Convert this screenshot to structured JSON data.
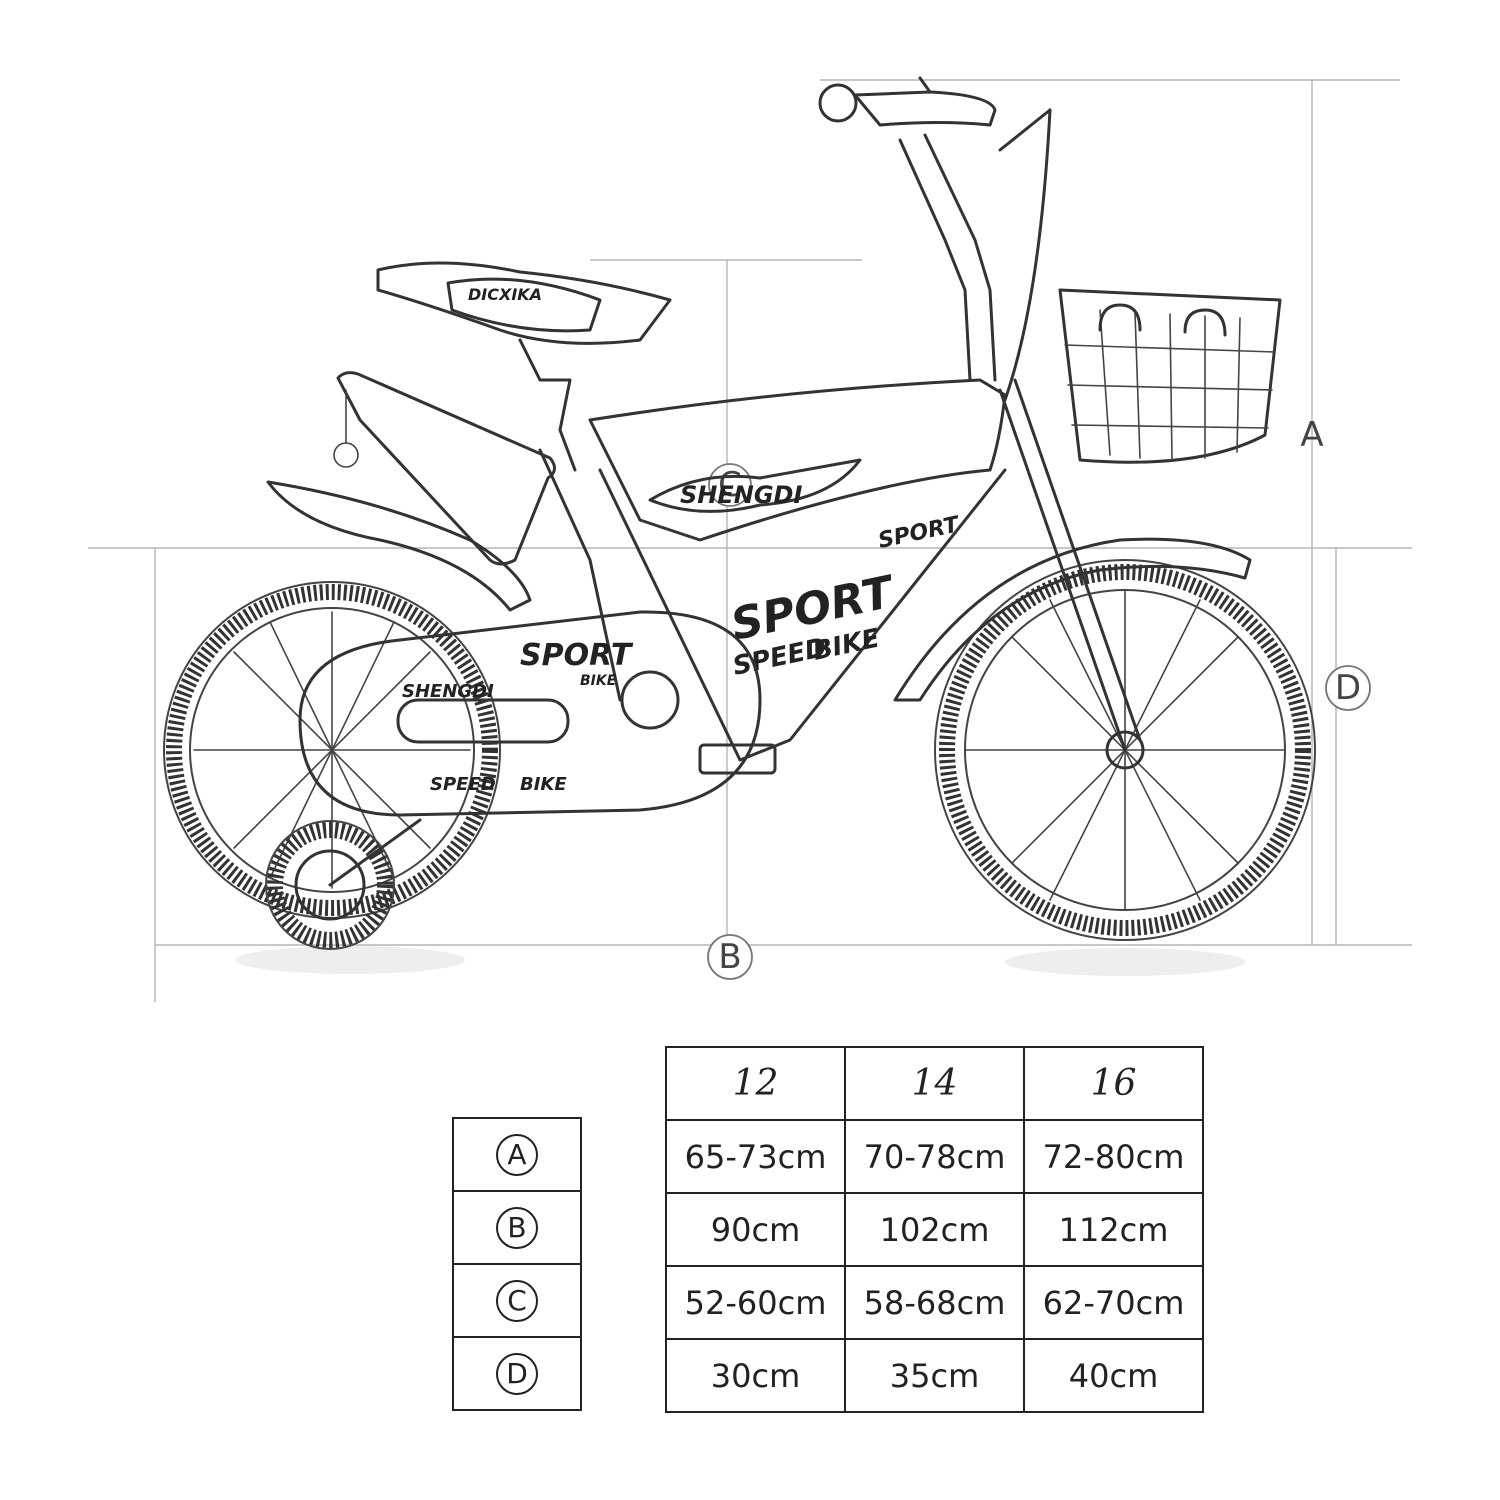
{
  "diagram": {
    "dimension_markers": [
      "A",
      "B",
      "C",
      "D"
    ],
    "decals": {
      "seat": "DICXIKA",
      "frame_brand": "SHENGDI",
      "frame_sport": "SPORT",
      "frame_speed": "SPEED",
      "frame_bike": "BIKE",
      "chain_sport": "SPORT",
      "chain_bike": "BIKE",
      "chain_shengdi": "SHENGDI",
      "chain_speed": "SPEED",
      "chain_bike2": "BIKE"
    }
  },
  "size_table": {
    "headers": [
      "12",
      "14",
      "16"
    ],
    "rows": [
      {
        "label": "A",
        "values": [
          "65-73cm",
          "70-78cm",
          "72-80cm"
        ]
      },
      {
        "label": "B",
        "values": [
          "90cm",
          "102cm",
          "112cm"
        ]
      },
      {
        "label": "C",
        "values": [
          "52-60cm",
          "58-68cm",
          "62-70cm"
        ]
      },
      {
        "label": "D",
        "values": [
          "30cm",
          "35cm",
          "40cm"
        ]
      }
    ]
  }
}
